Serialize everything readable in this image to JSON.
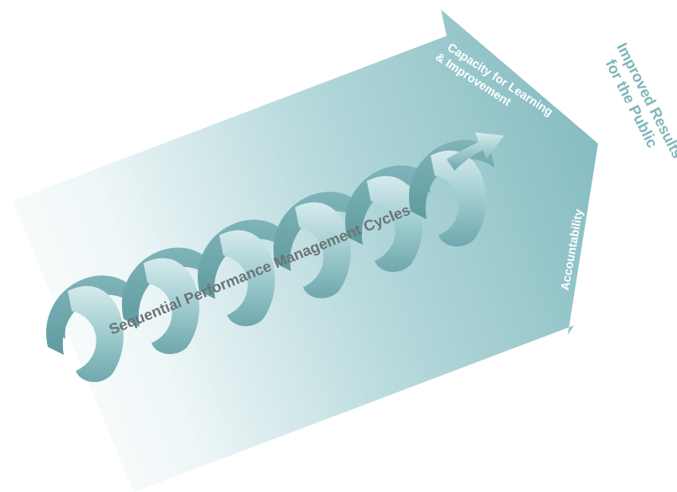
{
  "diagram": {
    "center_label": "Sequential Performance Management Cycles",
    "upper_face_label_line1": "Capacity for Learning",
    "upper_face_label_line2": "& Improvement",
    "lower_face_label": "Accountability",
    "outcome_label_line1": "Improved Results",
    "outcome_label_line2": "for the Public"
  },
  "colors": {
    "arrow_dark": "#86bcc1",
    "arrow_light": "#ffffff",
    "ribbon": "#9ccbcf",
    "ribbon_light": "#d9ecee",
    "ribbon_dark": "#6fa9ae",
    "label_on_arrow": "#ffffff",
    "center_label": "#6b7577",
    "outcome_label": "#7fb6bb"
  }
}
